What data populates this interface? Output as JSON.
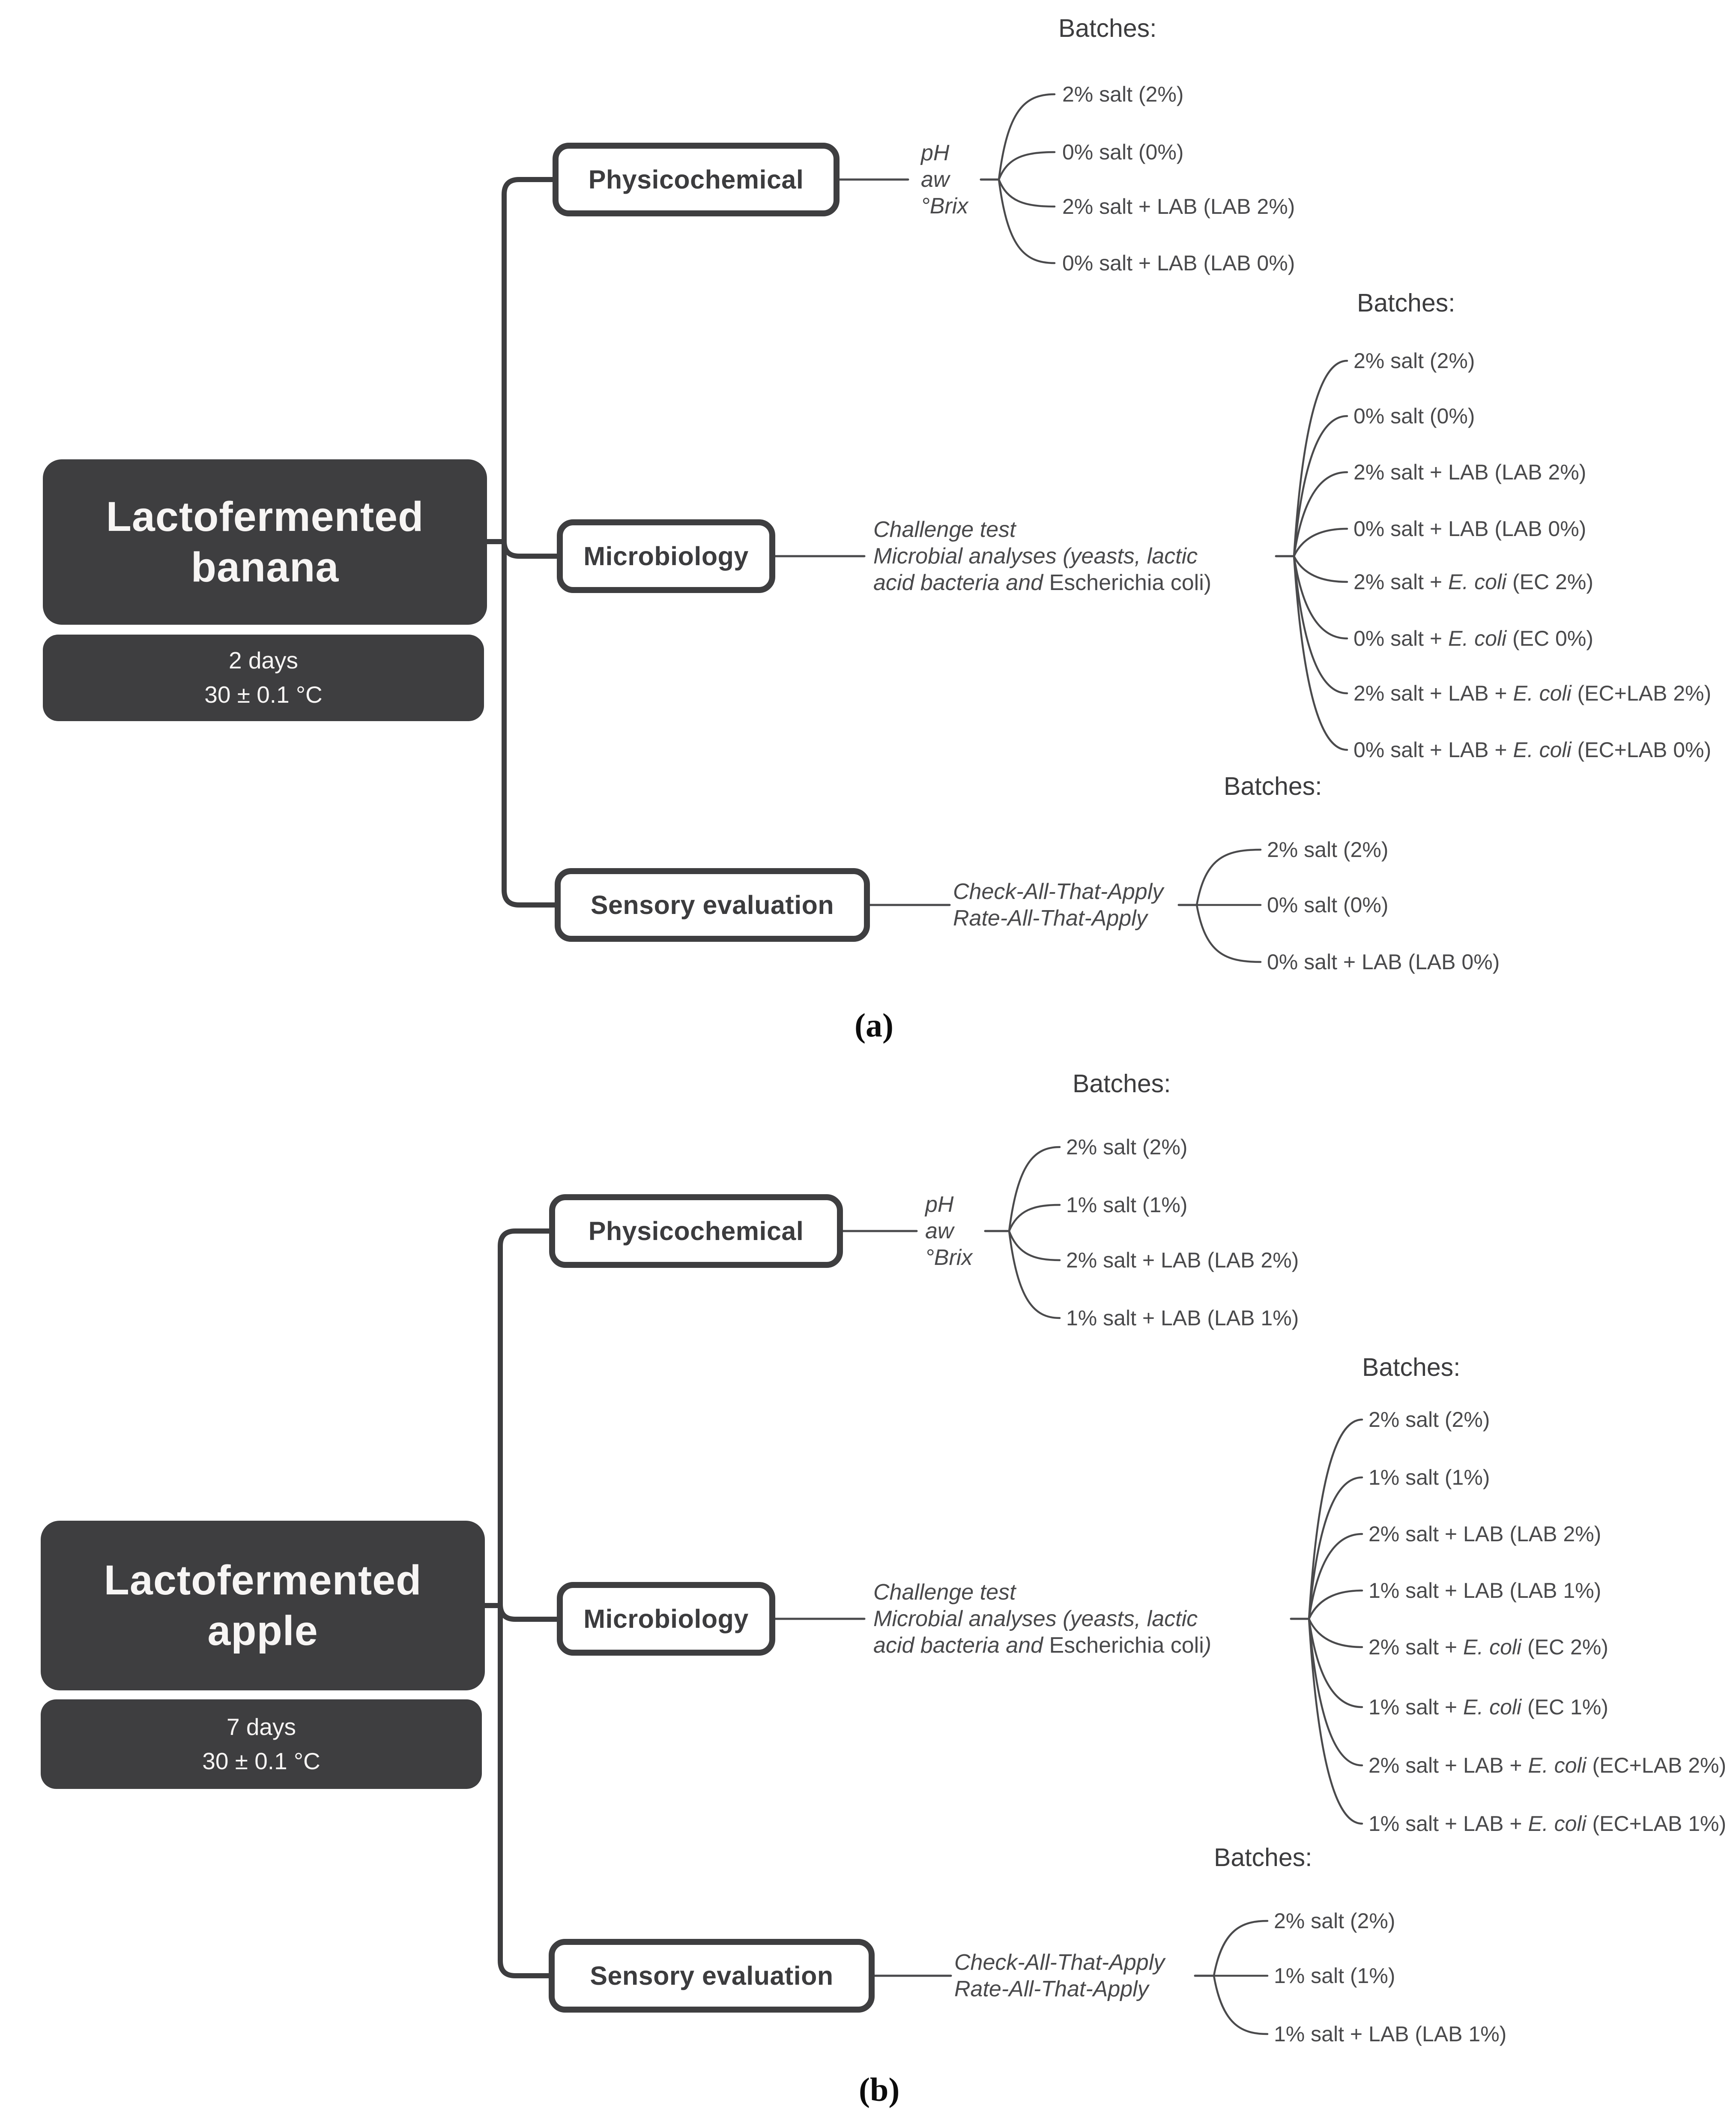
{
  "colors": {
    "dark_box_fill": "#3e3e40",
    "dark_box_text": "#f7f5f4",
    "outline_box_border": "#3e3e40",
    "line_color": "#3d3d3f",
    "thin_line_color": "#4a4a4c",
    "body_text": "#49494b",
    "background": "#ffffff"
  },
  "panels": {
    "a": {
      "label": "(a)",
      "root": {
        "title_line1": "Lactofermented",
        "title_line2": "banana",
        "duration": "2 days",
        "temperature": "30 ± 0.1 °C"
      },
      "physico": {
        "box": "Physicochemical",
        "methods": [
          {
            "it": "pH"
          },
          {
            "it": "aw"
          },
          {
            "it": "°Brix"
          }
        ],
        "header": "Batches:",
        "batches": [
          {
            "pre": "2% salt (2%)"
          },
          {
            "pre": "0% salt (0%)"
          },
          {
            "pre": "2% salt + LAB (LAB 2%)"
          },
          {
            "pre": "0% salt + LAB (LAB 0%)"
          }
        ]
      },
      "micro": {
        "box": "Microbiology",
        "methods": [
          {
            "it": "Challenge test"
          },
          {
            "it": "Microbial analyses (yeasts, lactic"
          },
          {
            "it": "acid bacteria and ",
            "up": "Escherichia coli)"
          }
        ],
        "header": "Batches:",
        "batches": [
          {
            "pre": "2% salt (2%)"
          },
          {
            "pre": "0% salt (0%)"
          },
          {
            "pre": "2% salt + LAB (LAB 2%)"
          },
          {
            "pre": "0% salt + LAB (LAB 0%)"
          },
          {
            "pre": "2% salt + ",
            "it": "E. coli",
            "post": " (EC 2%)"
          },
          {
            "pre": "0% salt + ",
            "it": "E. coli",
            "post": " (EC 0%)"
          },
          {
            "pre": "2% salt + LAB + ",
            "it": "E. coli",
            "post": " (EC+LAB 2%)"
          },
          {
            "pre": "0% salt + LAB + ",
            "it": "E. coli",
            "post": " (EC+LAB 0%)"
          }
        ]
      },
      "sensory": {
        "box": "Sensory evaluation",
        "methods": [
          {
            "it": "Check-All-That-Apply"
          },
          {
            "it": "Rate-All-That-Apply"
          }
        ],
        "header": "Batches:",
        "batches": [
          {
            "pre": "2% salt (2%)"
          },
          {
            "pre": "0% salt (0%)"
          },
          {
            "pre": "0% salt + LAB (LAB 0%)"
          }
        ]
      }
    },
    "b": {
      "label": "(b)",
      "root": {
        "title_line1": "Lactofermented",
        "title_line2": "apple",
        "duration": "7 days",
        "temperature": "30 ± 0.1 °C"
      },
      "physico": {
        "box": "Physicochemical",
        "methods": [
          {
            "it": "pH"
          },
          {
            "it": "aw"
          },
          {
            "it": "°Brix"
          }
        ],
        "header": "Batches:",
        "batches": [
          {
            "pre": "2% salt (2%)"
          },
          {
            "pre": "1% salt (1%)"
          },
          {
            "pre": "2% salt + LAB (LAB 2%)"
          },
          {
            "pre": "1% salt + LAB (LAB 1%)"
          }
        ]
      },
      "micro": {
        "box": "Microbiology",
        "methods": [
          {
            "it": "Challenge test"
          },
          {
            "it": "Microbial analyses (yeasts, lactic"
          },
          {
            "it": "acid bacteria and ",
            "up": "Escherichia coli",
            "it2": ")"
          }
        ],
        "header": "Batches:",
        "batches": [
          {
            "pre": "2% salt (2%)"
          },
          {
            "pre": "1% salt (1%)"
          },
          {
            "pre": "2% salt + LAB (LAB 2%)"
          },
          {
            "pre": "1% salt + LAB (LAB 1%)"
          },
          {
            "pre": "2% salt + ",
            "it": "E. coli",
            "post": " (EC 2%)"
          },
          {
            "pre": "1% salt + ",
            "it": "E. coli",
            "post": " (EC 1%)"
          },
          {
            "pre": "2% salt + LAB + ",
            "it": "E. coli",
            "post": " (EC+LAB 2%)"
          },
          {
            "pre": "1% salt + LAB + ",
            "it": "E. coli",
            "post": " (EC+LAB 1%)"
          }
        ]
      },
      "sensory": {
        "box": "Sensory evaluation",
        "methods": [
          {
            "it": "Check-All-That-Apply"
          },
          {
            "it": "Rate-All-That-Apply"
          }
        ],
        "header": "Batches:",
        "batches": [
          {
            "pre": "2% salt (2%)"
          },
          {
            "pre": "1% salt (1%)"
          },
          {
            "pre": "1% salt + LAB (LAB 1%)"
          }
        ]
      }
    }
  }
}
